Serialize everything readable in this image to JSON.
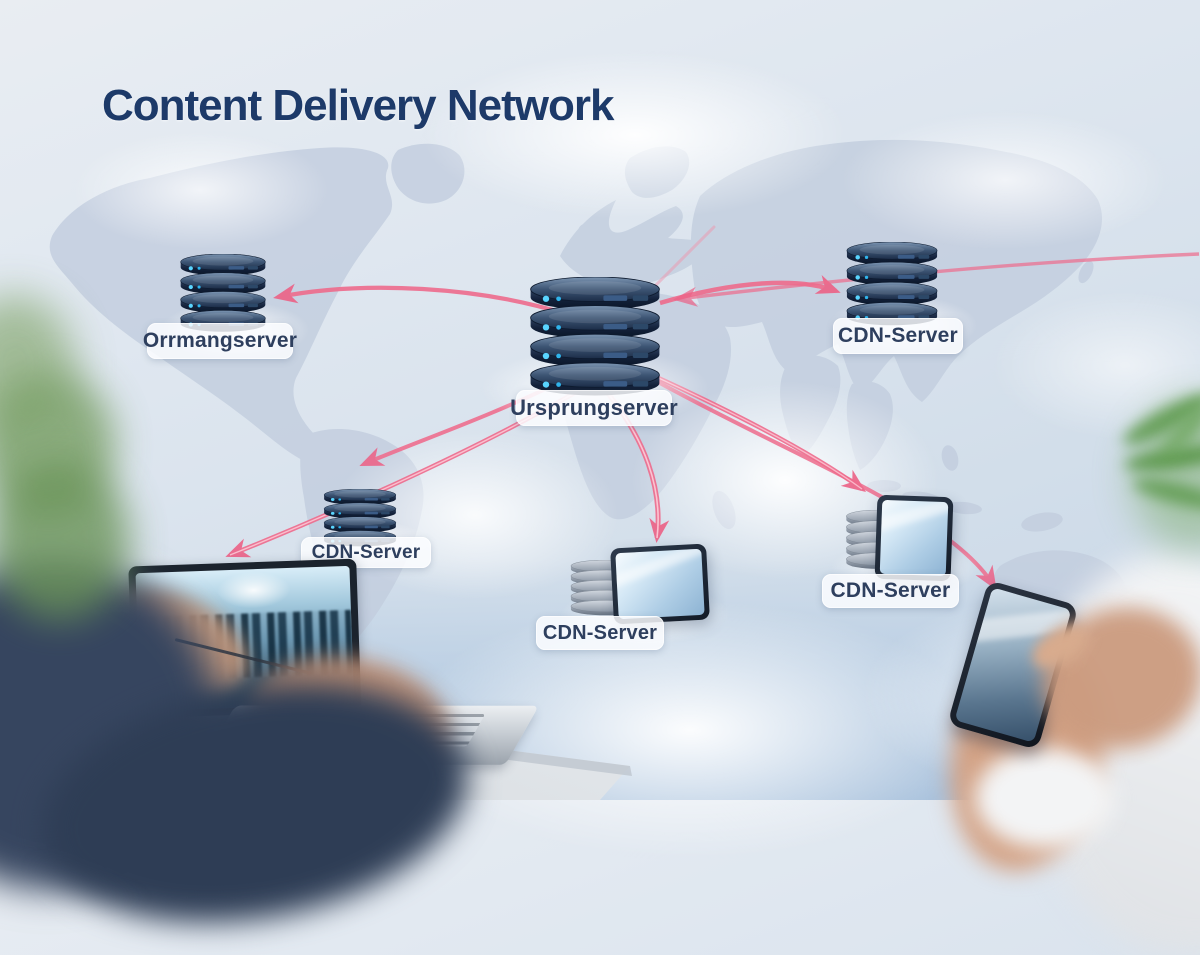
{
  "title": "Content Delivery Network",
  "nodes": {
    "origin": {
      "label": "Ursprungserver",
      "device": "server-rack"
    },
    "nw": {
      "label": "Orrmangserver",
      "device": "server-rack"
    },
    "ne": {
      "label": "CDN-Server",
      "device": "server-rack"
    },
    "sw": {
      "label": "CDN-Server",
      "device": "server-rack-small"
    },
    "s": {
      "label": "CDN-Server",
      "device": "disk-stack-with-tablet"
    },
    "e": {
      "label": "CDN-Server",
      "device": "disk-stack-with-tablet"
    }
  },
  "connections": [
    {
      "from": "origin",
      "to": "nw"
    },
    {
      "from": "origin",
      "to": "ne"
    },
    {
      "from": "origin",
      "to": "sw"
    },
    {
      "from": "origin",
      "to": "s"
    },
    {
      "from": "origin",
      "to": "e"
    },
    {
      "from": "origin",
      "to": "laptop-user"
    },
    {
      "from": "origin",
      "to": "phone-user"
    },
    {
      "from": "internet",
      "to": "origin"
    }
  ],
  "colors": {
    "title": "#1d3a69",
    "arrow": "#ee6b8c",
    "map_land": "#c2cede",
    "label_text": "#2e3f5e",
    "server_body": "#13213a",
    "led": "#59d5ff"
  }
}
